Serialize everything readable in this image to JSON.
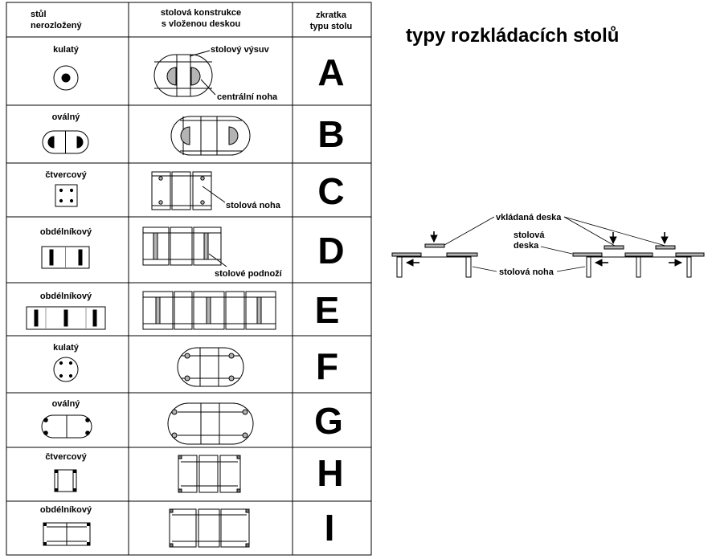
{
  "title": "typy  rozkládacích stolů",
  "table": {
    "headers": {
      "col1": [
        "stůl",
        "nerozložený"
      ],
      "col2": [
        "stolová konstrukce",
        "s vloženou deskou"
      ],
      "col3": [
        "zkratka",
        "typu stolu"
      ]
    },
    "rows": [
      {
        "shape": "kulatý",
        "code": "A"
      },
      {
        "shape": "oválný",
        "code": "B"
      },
      {
        "shape": "čtvercový",
        "code": "C"
      },
      {
        "shape": "obdélníkový",
        "code": "D"
      },
      {
        "shape": "obdélníkový",
        "code": "E"
      },
      {
        "shape": "kulatý",
        "code": "F"
      },
      {
        "shape": "oválný",
        "code": "G"
      },
      {
        "shape": "čtvercový",
        "code": "H"
      },
      {
        "shape": "obdélníkový",
        "code": "I"
      }
    ],
    "annotations": {
      "a_vysuv": "stolový výsuv",
      "a_noha": "centrální noha",
      "c_noha": "stolová noha",
      "d_podnozi": "stolové podnoží"
    }
  },
  "side_diagram": {
    "vkladana": "vkládaná deska",
    "stolova_deska": [
      "stolová",
      "deska"
    ],
    "stolova_noha": "stolová noha"
  },
  "colors": {
    "line": "#000000",
    "fill_gray": "#b4b4b4"
  }
}
